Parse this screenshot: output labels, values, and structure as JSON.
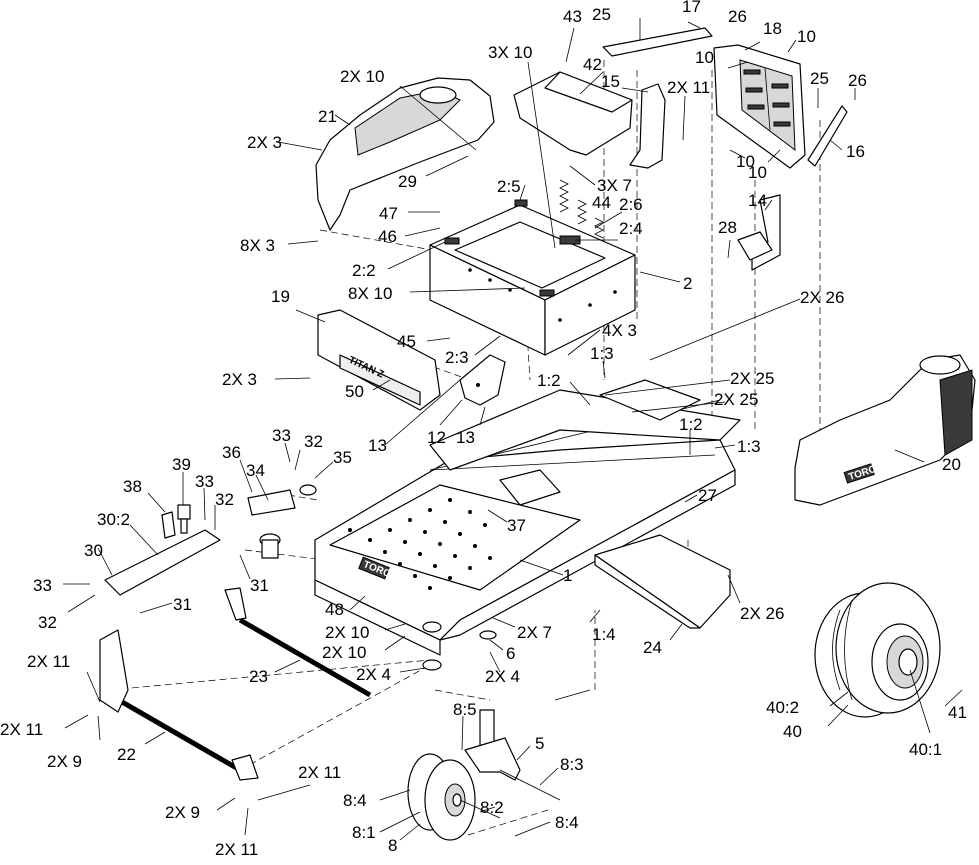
{
  "brand": {
    "logo_text": "TORO",
    "model_plate": "TITAN Z"
  },
  "callouts": {
    "c17": "17",
    "c43": "43",
    "c25a": "25",
    "c26a": "26",
    "c18": "18",
    "c10a": "10",
    "c10b": "10",
    "c3x10": "3X 10",
    "c42": "42",
    "c15": "15",
    "c2x11a": "2X 11",
    "c25b": "25",
    "c26b": "26",
    "c2x10": "2X 10",
    "c21": "21",
    "c2x3a": "2X 3",
    "c29": "29",
    "c2_5": "2:5",
    "c3x7": "3X 7",
    "c10c": "10",
    "c10d": "10",
    "c16": "16",
    "c44": "44",
    "c2_6": "2:6",
    "c47": "47",
    "c46": "46",
    "c8x3": "8X 3",
    "c2_4": "2:4",
    "c14": "14",
    "c28": "28",
    "c2_2": "2:2",
    "c2": "2",
    "c8x10": "8X 10",
    "c19": "19",
    "c2x26a": "2X 26",
    "c45": "45",
    "c4x3": "4X 3",
    "c2_3": "2:3",
    "c1_3a": "1:3",
    "c2x3b": "2X 3",
    "c50": "50",
    "c1_2a": "1:2",
    "c2x25a": "2X 25",
    "c2x25b": "2X 25",
    "c13a": "13",
    "c12": "12",
    "c13b": "13",
    "c1_2b": "1:2",
    "c1_3b": "1:3",
    "c33a": "33",
    "c32a": "32",
    "c35": "35",
    "c36": "36",
    "c34": "34",
    "c20": "20",
    "c39": "39",
    "c33b": "33",
    "c38": "38",
    "c32b": "32",
    "c27": "27",
    "c30_2": "30:2",
    "c37": "37",
    "c30": "30",
    "c31a": "31",
    "c33c": "33",
    "c1": "1",
    "c2x26b": "2X 26",
    "c32c": "32",
    "c31b": "31",
    "c48": "48",
    "c2x7": "2X 7",
    "c2x10b": "2X 10",
    "c2x10c": "2X 10",
    "c6": "6",
    "c1_4": "1:4",
    "c24": "24",
    "c2x11b": "2X 11",
    "c23": "23",
    "c2x4a": "2X 4",
    "c2x4b": "2X 4",
    "c40_2": "40:2",
    "c41": "41",
    "c2x11c": "2X 11",
    "c2x9a": "2X 9",
    "c40": "40",
    "c40_1": "40:1",
    "c22": "22",
    "c8_5": "8:5",
    "c5": "5",
    "c8_3": "8:3",
    "c2x11d": "2X 11",
    "c2x9b": "2X 9",
    "c8_4a": "8:4",
    "c8_2": "8:2",
    "c8_4b": "8:4",
    "c8_1": "8:1",
    "c8": "8",
    "c2x11e": "2X 11"
  }
}
